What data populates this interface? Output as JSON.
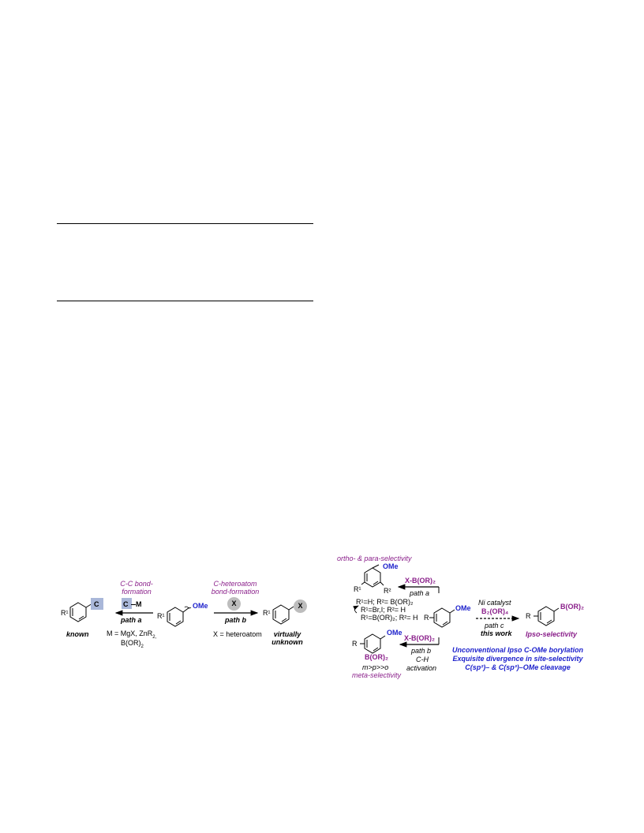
{
  "left_scheme": {
    "cc_bond": "C-C bond-\nformation",
    "c_label": "C",
    "cm_c": "C",
    "cm_m": "M",
    "path_a": "path a",
    "r1_left": "R¹",
    "known": "known",
    "m_def_line1": "M = MgX, ZnR",
    "m_def_sub": "2,",
    "m_def_line2": "B(OR)",
    "m_def_sub2": "2",
    "r1_center": "R¹",
    "ome": "OMe",
    "c_hetero": "C-heteroatom\nbond-formation",
    "x_badge": "X",
    "path_b": "path b",
    "x_def": "X = heteroatom",
    "r1_right": "R¹",
    "x_badge_right": "X",
    "virtually": "virtually",
    "unknown": "unknown"
  },
  "right_scheme": {
    "ortho_para": "ortho- & para-selectivity",
    "ome_top": "OMe",
    "xbor_top": "X-B(OR)₂",
    "path_a": "path a",
    "r1_top": "R¹",
    "r2_top": "R²",
    "cond1": "R¹=H; R²= B(OR)₂",
    "cond2": "R¹=Br,I; R²= H",
    "cond3": "R¹=B(OR)₂; R²= H",
    "r_center": "R",
    "ome_center": "OMe",
    "ni_cat": "Ni catalyst",
    "b2or4": "B₂(OR)₄",
    "path_c": "path c",
    "this_work": "this work",
    "r_right": "R",
    "bor_right": "B(OR)₂",
    "ipso_sel": "Ipso-selectivity",
    "ome_bottom": "OMe",
    "r_bottom": "R",
    "bor_bottom": "B(OR)₂",
    "xbor_bottom": "X-B(OR)₂",
    "path_b": "path b",
    "ch": "C-H",
    "activation": "activation",
    "mpo": "m>p>>o",
    "meta_sel": "meta-selectivity",
    "headline1": "Unconventional Ipso C-OMe borylation",
    "headline2": "Exquisite divergence in site-selectivity",
    "headline3": "C(sp²)– & C(sp³)–OMe cleavage"
  },
  "colors": {
    "purple": "#8a1f8a",
    "blue": "#1e22cc",
    "highlight": "#a9b7d9",
    "badge": "#bdbdbd"
  }
}
